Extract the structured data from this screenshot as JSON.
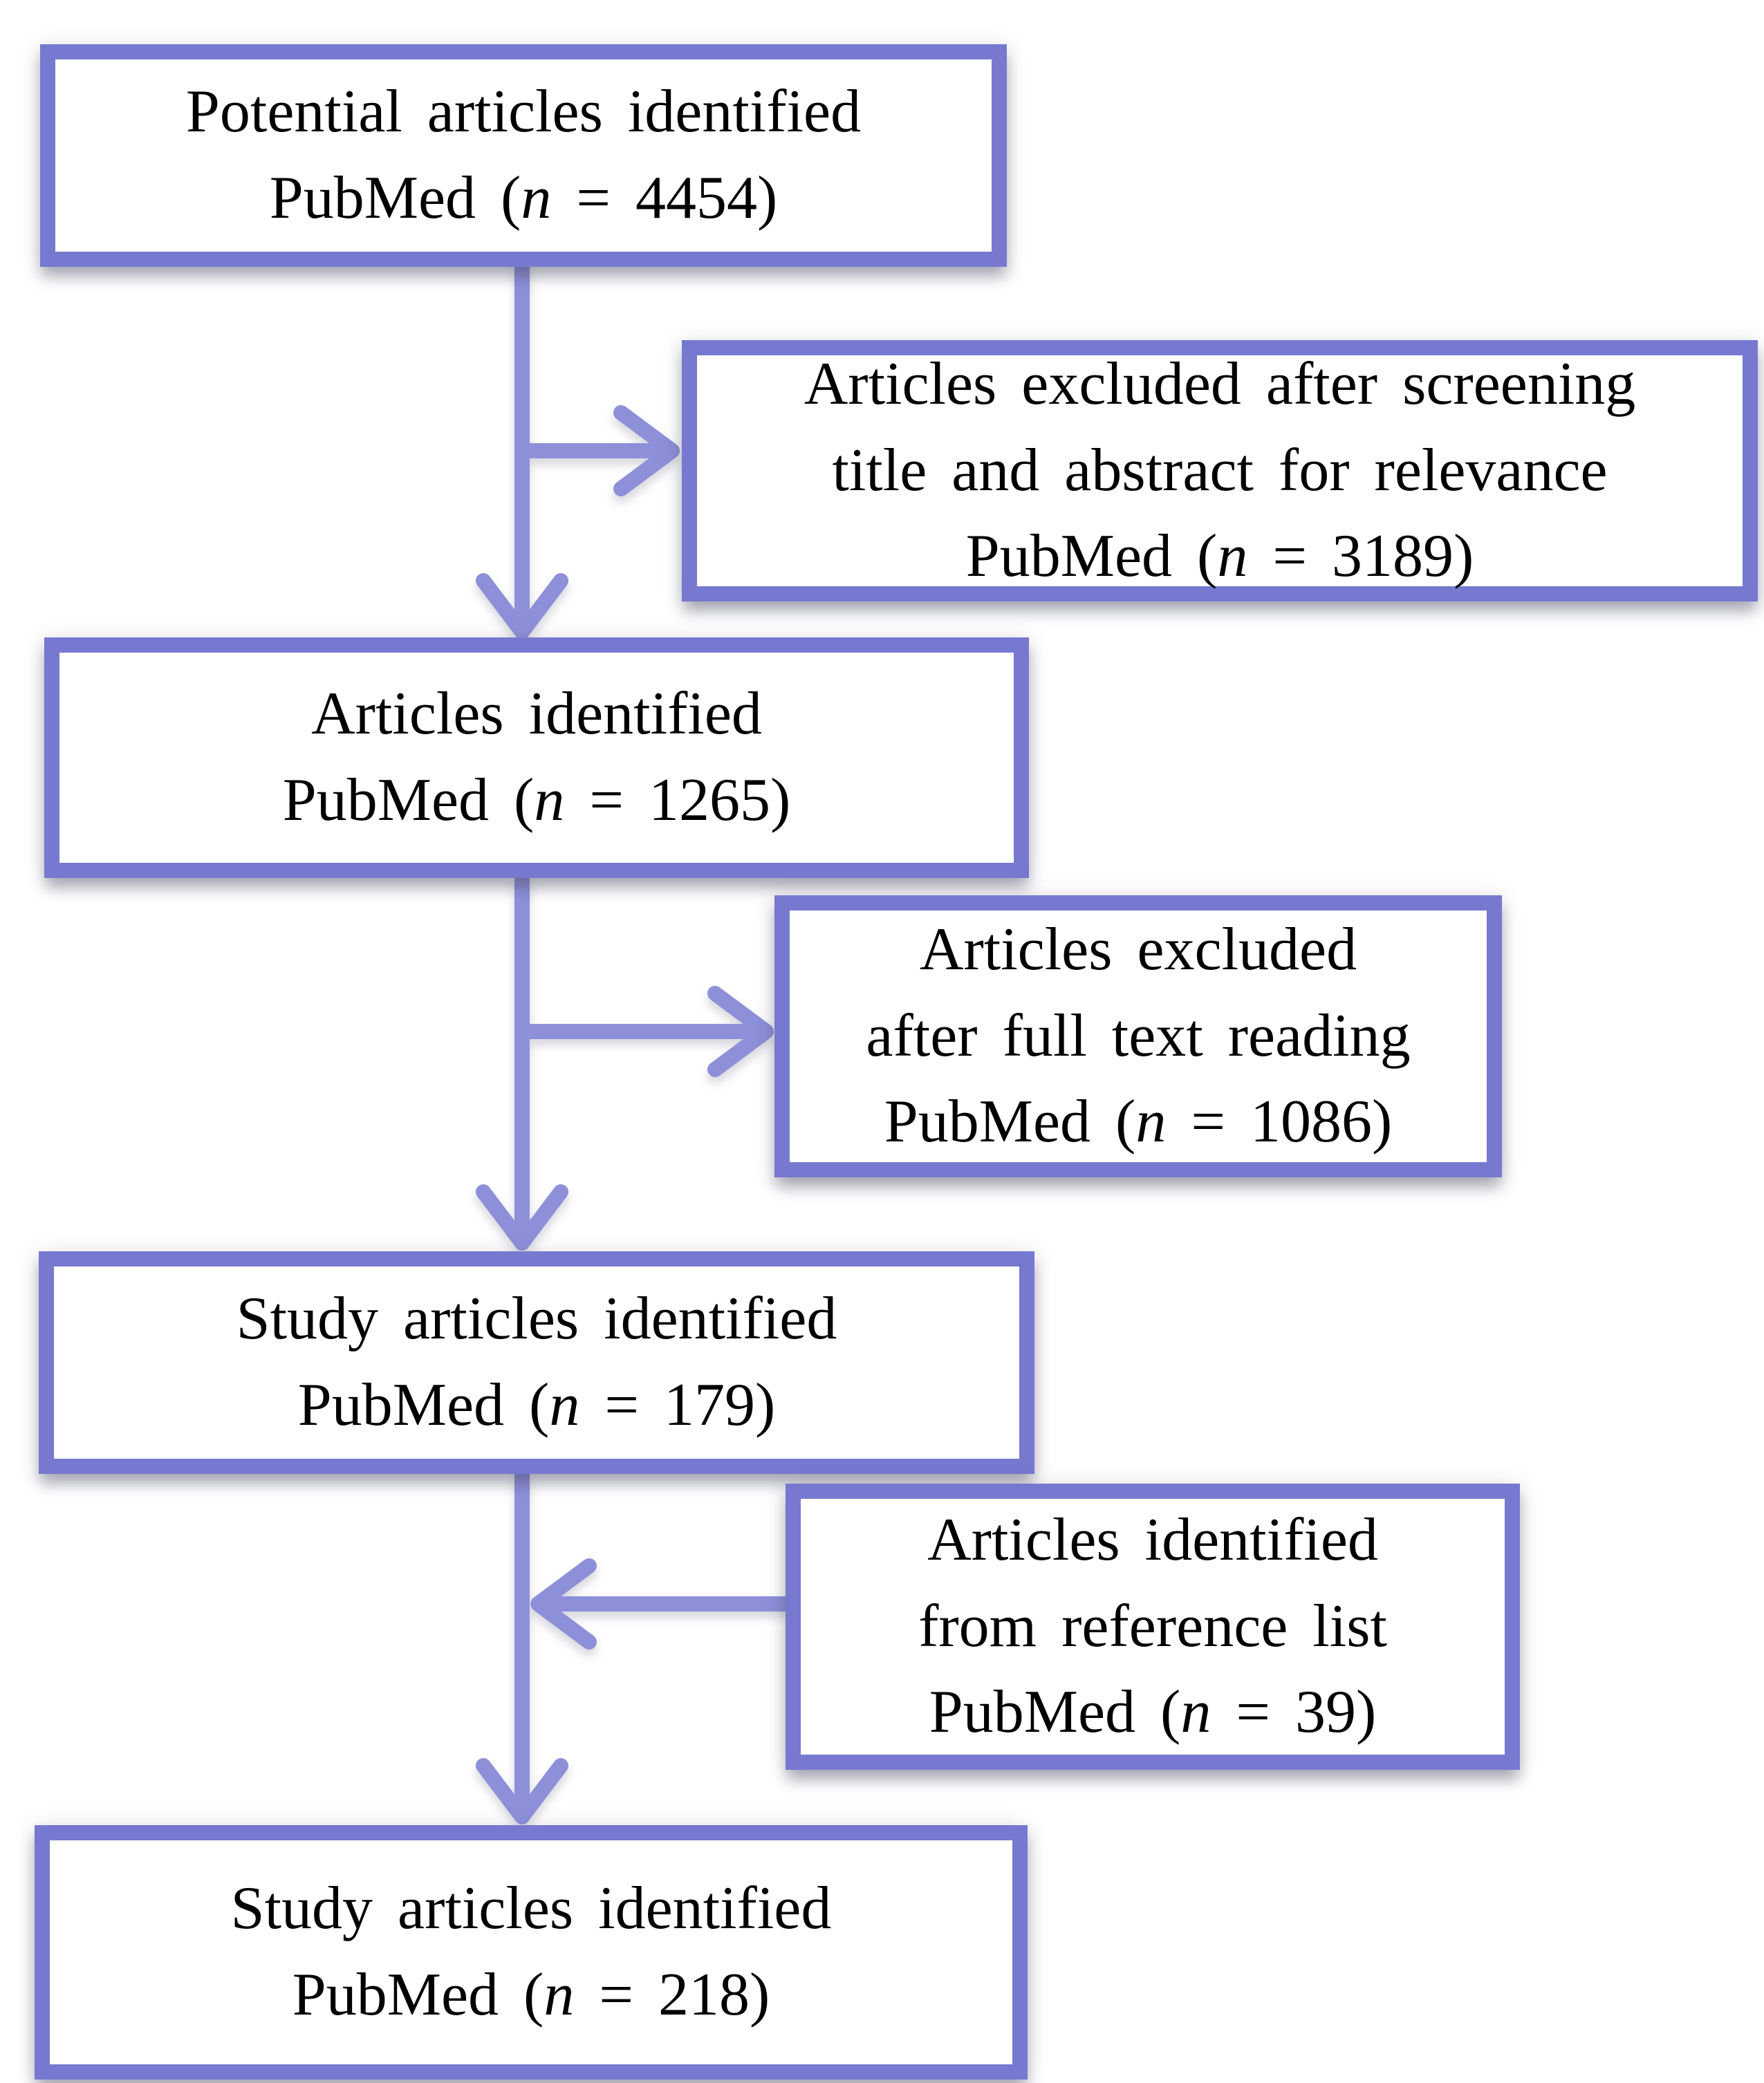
{
  "figure": {
    "type": "flowchart",
    "description": "Literature screening flow diagram of PubMed articles"
  },
  "colors": {
    "box_border": "#7679cf",
    "arrow": "#8d90d9",
    "box_fill": "#ffffff",
    "text": "#000000",
    "background": "#ffffff"
  },
  "boxes": [
    {
      "id": "potential-articles",
      "lines": [
        [
          {
            "t": "Potential articles identified"
          }
        ],
        [
          {
            "t": "PubMed ("
          },
          {
            "t": "n",
            "italic": true
          },
          {
            "t": " = 4454)"
          }
        ]
      ]
    },
    {
      "id": "excluded-screening",
      "lines": [
        [
          {
            "t": "Articles excluded after screening"
          }
        ],
        [
          {
            "t": "title and abstract for relevance"
          }
        ],
        [
          {
            "t": "PubMed ("
          },
          {
            "t": "n",
            "italic": true
          },
          {
            "t": " = 3189)"
          }
        ]
      ]
    },
    {
      "id": "articles-identified",
      "lines": [
        [
          {
            "t": "Articles identified"
          }
        ],
        [
          {
            "t": "PubMed ("
          },
          {
            "t": "n",
            "italic": true
          },
          {
            "t": " = 1265)"
          }
        ]
      ]
    },
    {
      "id": "excluded-fulltext",
      "lines": [
        [
          {
            "t": "Articles excluded"
          }
        ],
        [
          {
            "t": "after full text reading"
          }
        ],
        [
          {
            "t": "PubMed ("
          },
          {
            "t": "n",
            "italic": true
          },
          {
            "t": " = 1086)"
          }
        ]
      ]
    },
    {
      "id": "study-articles-identified",
      "lines": [
        [
          {
            "t": "Study articles identified"
          }
        ],
        [
          {
            "t": "PubMed ("
          },
          {
            "t": "n",
            "italic": true
          },
          {
            "t": " = 179)"
          }
        ]
      ]
    },
    {
      "id": "reference-list-articles",
      "lines": [
        [
          {
            "t": "Articles identified"
          }
        ],
        [
          {
            "t": "from reference list"
          }
        ],
        [
          {
            "t": "PubMed ("
          },
          {
            "t": "n",
            "italic": true
          },
          {
            "t": " = 39)"
          }
        ]
      ]
    },
    {
      "id": "study-articles-final",
      "lines": [
        [
          {
            "t": "Study articles identified"
          }
        ],
        [
          {
            "t": "PubMed ("
          },
          {
            "t": "n",
            "italic": true
          },
          {
            "t": " = 218)"
          }
        ]
      ]
    }
  ],
  "edges": [
    {
      "from": "potential-articles",
      "to": "articles-identified",
      "direction": "down"
    },
    {
      "from": "potential-articles",
      "to": "excluded-screening",
      "direction": "branch-right"
    },
    {
      "from": "articles-identified",
      "to": "study-articles-identified",
      "direction": "down"
    },
    {
      "from": "articles-identified",
      "to": "excluded-fulltext",
      "direction": "branch-right"
    },
    {
      "from": "study-articles-identified",
      "to": "study-articles-final",
      "direction": "down"
    },
    {
      "from": "reference-list-articles",
      "to": "study-articles-final",
      "direction": "merge-left"
    }
  ]
}
